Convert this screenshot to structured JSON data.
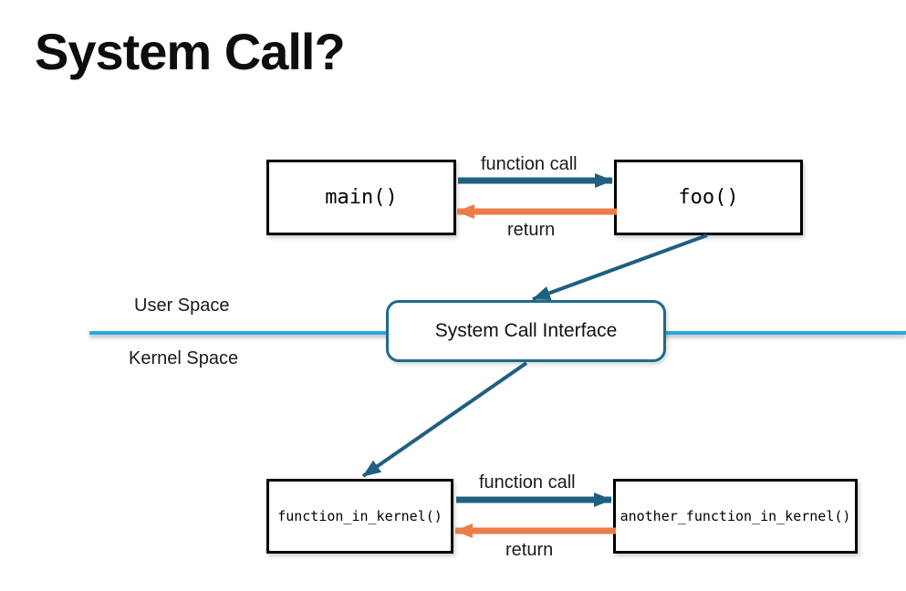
{
  "title": "System Call?",
  "diagram": {
    "space_labels": {
      "user": "User Space",
      "kernel": "Kernel Space"
    },
    "boxes": {
      "main": "main()",
      "foo": "foo()",
      "interface": "System Call Interface",
      "kernel_fn": "function_in_kernel()",
      "kernel_fn_another": "another_function_in_kernel()"
    },
    "arrow_labels": {
      "top_call": "function call",
      "top_return": "return",
      "bottom_call": "function call",
      "bottom_return": "return"
    }
  },
  "colors": {
    "call_arrow": "#1F6082",
    "return_arrow": "#EC7B4A",
    "boundary_line": "#2BA9E0",
    "interface_border": "#1F6A8D",
    "box_border": "#000000"
  }
}
